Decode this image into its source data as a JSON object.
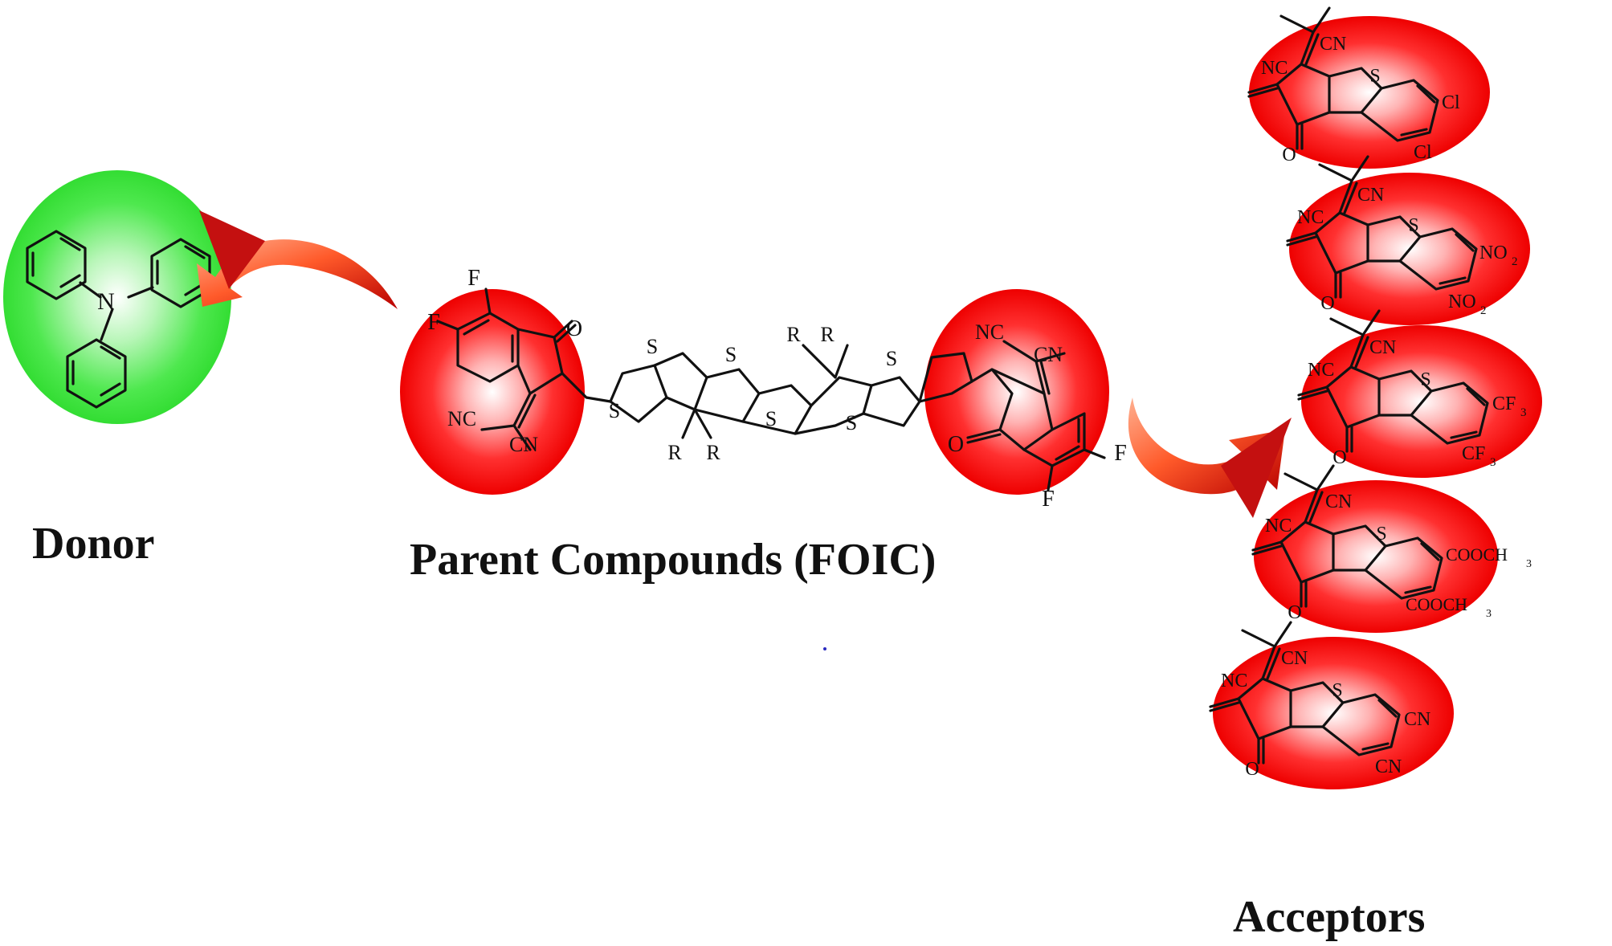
{
  "labels": {
    "donor": "Donor",
    "parent": "Parent Compounds (FOIC)",
    "acceptors": "Acceptors"
  },
  "atoms": {
    "N": "N",
    "S": "S",
    "O": "O",
    "F": "F",
    "R": "R",
    "NC": "NC",
    "CN": "CN",
    "Cl": "Cl",
    "NO2": "NO",
    "sub2": "2",
    "CF3": "CF",
    "sub3": "3",
    "COOCH3": "COOCH"
  },
  "colors": {
    "donor_fill": "#3ee83e",
    "acceptor_fill": "#ff1a1a",
    "arrow": "#e8331c"
  },
  "icons": [
    "curved-arrow-icon",
    "curved-arrow-icon"
  ]
}
